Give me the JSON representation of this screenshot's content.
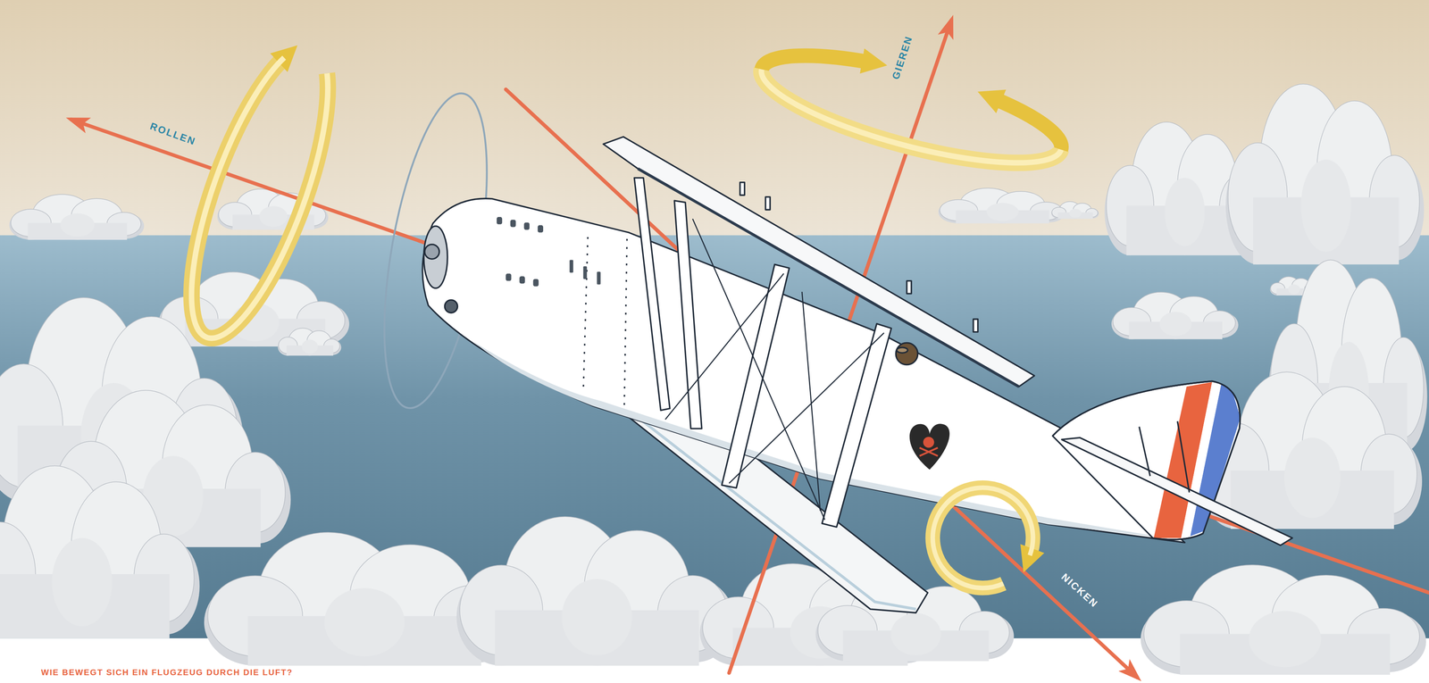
{
  "diagram": {
    "caption": "WIE BEWEGT SICH EIN FLUGZEUG DURCH DIE LUFT?",
    "labels": [
      "ROLLEN",
      "GIEREN",
      "NICKEN"
    ]
  }
}
